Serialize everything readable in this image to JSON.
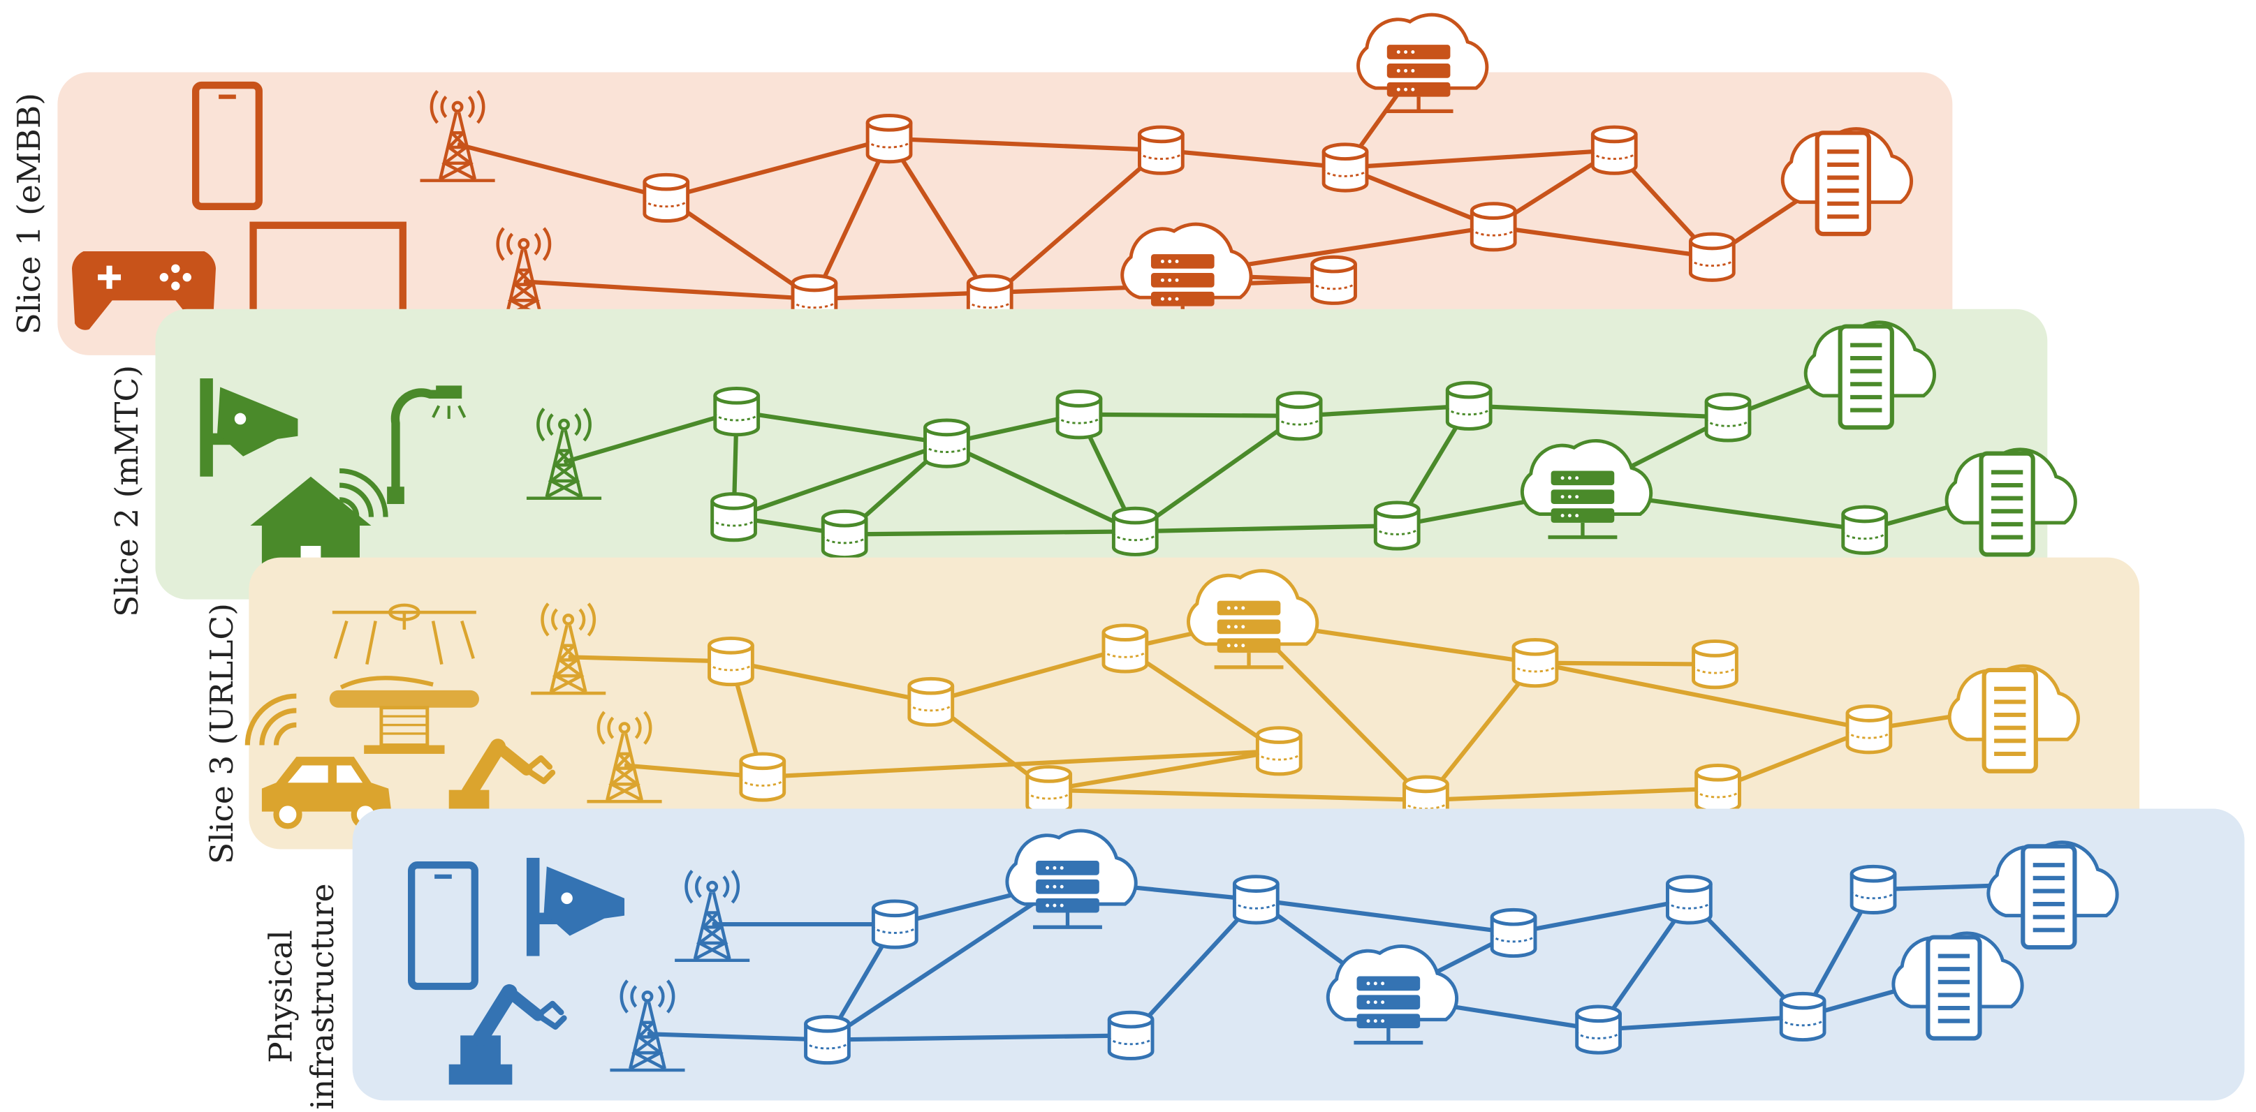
{
  "slices": [
    {
      "id": "embb",
      "label": "Slice 1 (eMBB)",
      "color": "#c8531a",
      "fill": "#fae3d7"
    },
    {
      "id": "mmtc",
      "label": "Slice 2 (mMTC)",
      "color": "#4a8a2a",
      "fill": "#e3efd9"
    },
    {
      "id": "urllc",
      "label": "Slice 3 (URLLC)",
      "color": "#dba42e",
      "fill": "#f7ead0"
    },
    {
      "id": "phys",
      "label_lines": [
        "Physical",
        "infrastructure"
      ],
      "color": "#3473b3",
      "fill": "#dde8f4"
    }
  ]
}
